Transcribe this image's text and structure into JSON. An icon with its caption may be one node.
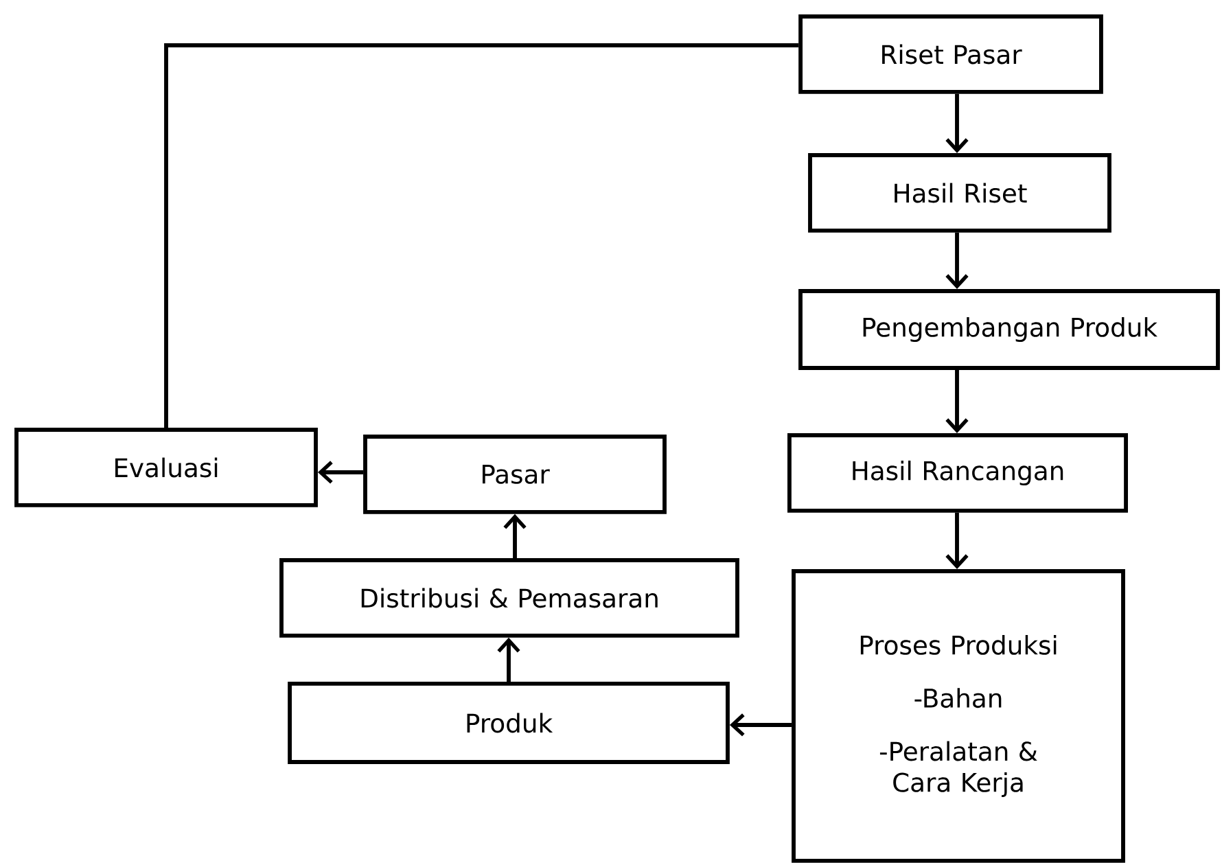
{
  "diagram": {
    "nodes": [
      {
        "text": [
          "Riset Pasar"
        ]
      },
      {
        "text": [
          "Hasil Riset"
        ]
      },
      {
        "text": [
          "Pengembangan Produk"
        ]
      },
      {
        "text": [
          "Hasil Rancangan"
        ]
      },
      {
        "text": [
          "Proses Produksi",
          "-Bahan",
          "-Peralatan & Cara Kerja"
        ]
      },
      {
        "text": [
          "Produk"
        ]
      },
      {
        "text": [
          "Distribusi & Pemasaran"
        ]
      },
      {
        "text": [
          "Pasar"
        ]
      },
      {
        "text": [
          "Evaluasi"
        ]
      }
    ],
    "edges": [
      {
        "from": 0,
        "to": 1,
        "arrow": "to"
      },
      {
        "from": 1,
        "to": 2,
        "arrow": "to"
      },
      {
        "from": 2,
        "to": 3,
        "arrow": "to"
      },
      {
        "from": 3,
        "to": 4,
        "arrow": "to"
      },
      {
        "from": 4,
        "to": 5,
        "arrow": "to"
      },
      {
        "from": 5,
        "to": 6,
        "arrow": "to"
      },
      {
        "from": 6,
        "to": 7,
        "arrow": "to"
      },
      {
        "from": 7,
        "to": 8,
        "arrow": "to"
      },
      {
        "from": 8,
        "to": 0,
        "arrow": "none"
      }
    ]
  }
}
